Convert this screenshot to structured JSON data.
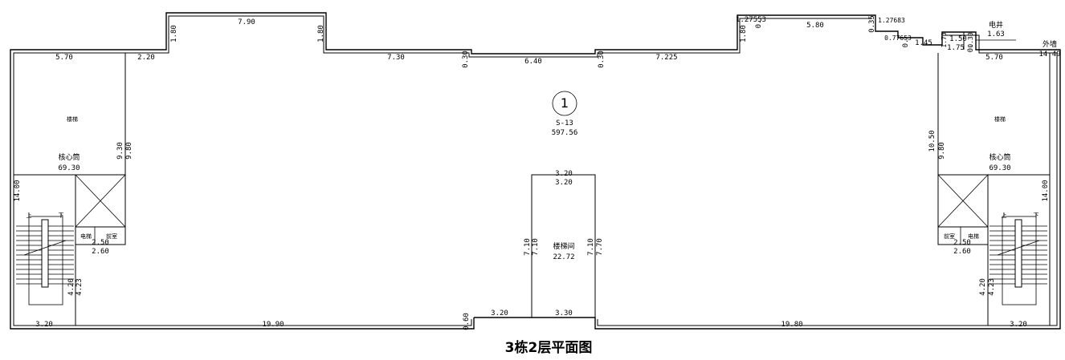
{
  "title": "3栋2层平面图",
  "unit_marker": {
    "number": "1",
    "code": "S-13",
    "area": "597.56"
  },
  "top_dims": {
    "left_wing_w": "5.70",
    "step_a": "2.20",
    "bay1_w": "7.90",
    "bay1_depth_l": "1.80",
    "bay1_depth_r": "1.80",
    "bay2_w": "7.30",
    "notch_l": "0.30",
    "notch_w": "6.40",
    "notch_r": "0.30",
    "bay3_w": "7.225",
    "ne_a": "1.27553",
    "ne_b": "0.",
    "ne_c": "1.80",
    "ne_w": "5.80",
    "ne_d": "0.35",
    "ne_e": "1.27683",
    "ne_f": "0.77653",
    "ne_g": "0.",
    "ne_h": "1.45",
    "ne_i": "1.70",
    "shaft_w": "1.50",
    "shaft_d": "0.30",
    "shaft_w2": "1.75",
    "shaft_d2": "0.",
    "right_wing_w": "5.70"
  },
  "labels": {
    "elec_shaft": "电井",
    "elec_shaft_area": "1.63",
    "outer_wall": "外墙",
    "outer_wall_area": "14.49",
    "core_left": "核心筒",
    "core_left_area": "69.30",
    "core_right": "核心筒",
    "core_right_area": "69.30",
    "stair_room": "楼梯间",
    "stair_room_area": "22.72",
    "stair_left": "楼梯",
    "stair_right": "楼梯",
    "up": "上",
    "down": "下",
    "elev_room_l": "电梯",
    "elev_room_l2": "前室",
    "elev_room_r": "前室",
    "elev_room_r2": "电梯"
  },
  "side_dims": {
    "left_core_h1": "9.30",
    "left_core_h2": "9.80",
    "left_h": "14.00",
    "left_stair_w1": "2.50",
    "left_stair_w2": "2.60",
    "left_stair_h1": "4.20",
    "left_stair_h2": "4.23",
    "left_bottom_w": "3.20",
    "right_core_h1": "10.50",
    "right_core_h2": "9.80",
    "right_h": "14.00",
    "right_stair_w1": "2.50",
    "right_stair_w2": "2.60",
    "right_stair_h1": "4.20",
    "right_stair_h2": "4.23",
    "right_bottom_w": "3.20"
  },
  "center_dims": {
    "stair_top_w1": "3.20",
    "stair_top_w2": "3.20",
    "stair_h_l1": "7.10",
    "stair_h_l2": "7.10",
    "stair_h_r1": "7.10",
    "stair_h_r2": "7.70",
    "bottom_left_w": "19.90",
    "notch_d": "0.60",
    "notch_w_l": "3.20",
    "notch_w_r": "3.30",
    "bottom_right_w": "19.80"
  }
}
